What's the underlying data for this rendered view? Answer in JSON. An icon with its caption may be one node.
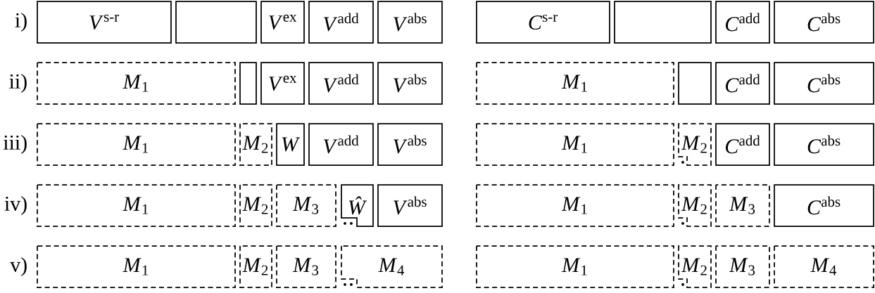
{
  "diagram": {
    "nodes": [
      {
        "text": [
          "*V*$^{s-r}$"
        ]
      },
      {
        "text": [],
        "shape": "box"
      },
      {
        "text": [
          "*V*$^{ex}$"
        ]
      },
      {
        "text": [
          "*V*$^{add}$"
        ]
      },
      {
        "text": [
          "*V*$^{abs}$"
        ]
      },
      {
        "text": [
          "*C*$^{s-r}$"
        ]
      },
      {
        "text": [],
        "shape": "box"
      },
      {
        "text": [
          "*C*$^{add}$"
        ]
      },
      {
        "text": [
          "*C*$^{abs}$"
        ]
      },
      {
        "text": [
          "*M*$_{1}$"
        ]
      },
      {
        "text": [],
        "shape": "box"
      },
      {
        "text": [
          "*V*$^{ex}$"
        ]
      },
      {
        "text": [
          "*V*$^{add}$"
        ]
      },
      {
        "text": [
          "*V*$^{abs}$"
        ]
      },
      {
        "text": [
          "*M*$_{1}$"
        ]
      },
      {
        "text": [],
        "shape": "box"
      },
      {
        "text": [
          "*C*$^{add}$"
        ]
      },
      {
        "text": [
          "*C*$^{abs}$"
        ]
      },
      {
        "text": [
          "*M*$_{1}$"
        ]
      },
      {
        "text": [
          "*M*$_{2}$"
        ]
      },
      {
        "text": [
          "*W*"
        ]
      },
      {
        "text": [
          "*V*$^{add}$"
        ]
      },
      {
        "text": [
          "*V*$^{abs}$"
        ]
      },
      {
        "text": [
          "*M*$_{1}$"
        ]
      },
      {
        "text": [
          "*M*$_{2}$"
        ]
      },
      {
        "text": [
          "*C*$^{add}$"
        ]
      },
      {
        "text": [
          "*C*$^{abs}$"
        ]
      },
      {
        "text": [
          "*M*$_{1}$"
        ]
      },
      {
        "text": [
          "*M*$_{2}$"
        ]
      },
      {
        "text": [
          "*M*$_{3}$"
        ]
      },
      {
        "text": [
          "*Ŵ*"
        ]
      },
      {
        "text": [
          "*V*$^{abs}$"
        ]
      },
      {
        "text": [
          "*M*$_{1}$"
        ]
      },
      {
        "text": [
          "*M*$_{2}$"
        ]
      },
      {
        "text": [
          "*M*$_{3}$"
        ]
      },
      {
        "text": [
          "*C*$^{abs}$"
        ]
      },
      {
        "text": [
          "*M*$_{1}$"
        ]
      },
      {
        "text": [
          "*M*$_{2}$"
        ]
      },
      {
        "text": [
          "*M*$_{3}$"
        ]
      },
      {
        "text": [
          "*M*$_{4}$"
        ]
      },
      {
        "text": [
          "*M*$_{1}$"
        ]
      },
      {
        "text": [
          "*M*$_{2}$"
        ]
      },
      {
        "text": [
          "*M*$_{3}$"
        ]
      },
      {
        "text": [
          "*M*$_{4}$"
        ]
      }
    ],
    "labels": [
      "i)",
      "ii)",
      "iii)",
      "iv)",
      "v)"
    ]
  }
}
